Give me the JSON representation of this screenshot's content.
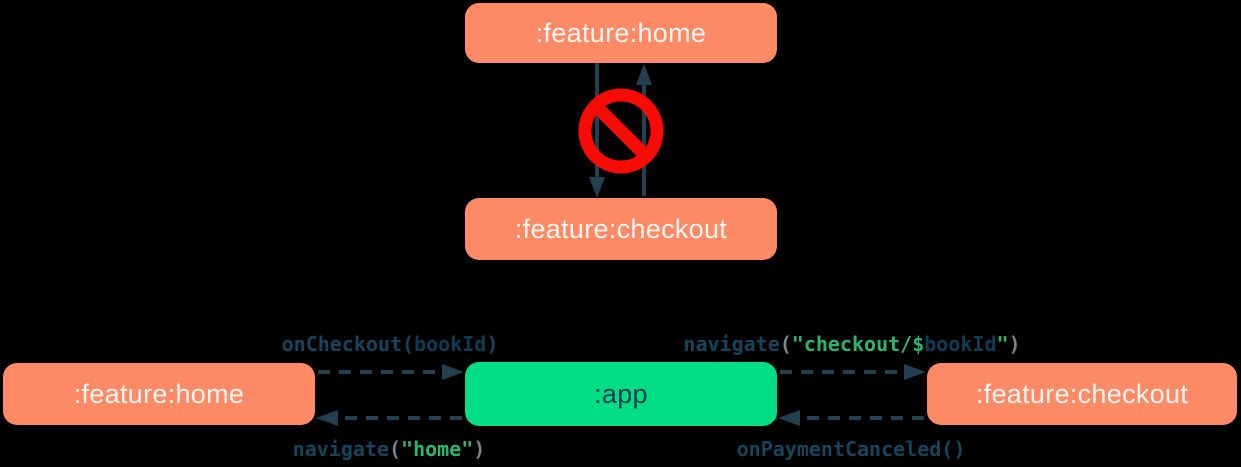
{
  "colors": {
    "background": "#000000",
    "module_box": "#FF8A65",
    "app_box": "#00DE85",
    "arrow": "#24404F",
    "box_text_light": "#FFF5F1",
    "box_text_dark": "#123C50",
    "code_text": "#16455B",
    "code_ident": "#0F3C52",
    "code_string": "#2DB56F",
    "code_paren": "#76848B",
    "forbidden": "#F90B05"
  },
  "top_diagram": {
    "home_box": {
      "label": ":feature:home"
    },
    "checkout_box": {
      "label": ":feature:checkout"
    },
    "icon": "no-entry-icon"
  },
  "bottom_diagram": {
    "home_box": {
      "label": ":feature:home"
    },
    "app_box": {
      "label": ":app"
    },
    "checkout_box": {
      "label": ":feature:checkout"
    },
    "edge_labels": {
      "on_checkout": {
        "text": "onCheckout(bookId)",
        "segments": [
          {
            "t": "onCheckout(",
            "cls": "fn"
          },
          {
            "t": "bookId",
            "cls": "id"
          },
          {
            "t": ")",
            "cls": "fn"
          }
        ]
      },
      "navigate_checkout": {
        "text": "navigate(\"checkout/$bookId\")",
        "segments": [
          {
            "t": "navigate",
            "cls": "fn"
          },
          {
            "t": "(",
            "cls": "par"
          },
          {
            "t": "\"checkout/$",
            "cls": "str"
          },
          {
            "t": "bookId",
            "cls": "id"
          },
          {
            "t": "\"",
            "cls": "str"
          },
          {
            "t": ")",
            "cls": "par"
          }
        ]
      },
      "navigate_home": {
        "text": "navigate(\"home\")",
        "segments": [
          {
            "t": "navigate",
            "cls": "fn"
          },
          {
            "t": "(",
            "cls": "par"
          },
          {
            "t": "\"home\"",
            "cls": "str"
          },
          {
            "t": ")",
            "cls": "par"
          }
        ]
      },
      "on_payment_canceled": {
        "text": "onPaymentCanceled()",
        "segments": [
          {
            "t": "onPaymentCanceled()",
            "cls": "fn"
          }
        ]
      }
    }
  }
}
